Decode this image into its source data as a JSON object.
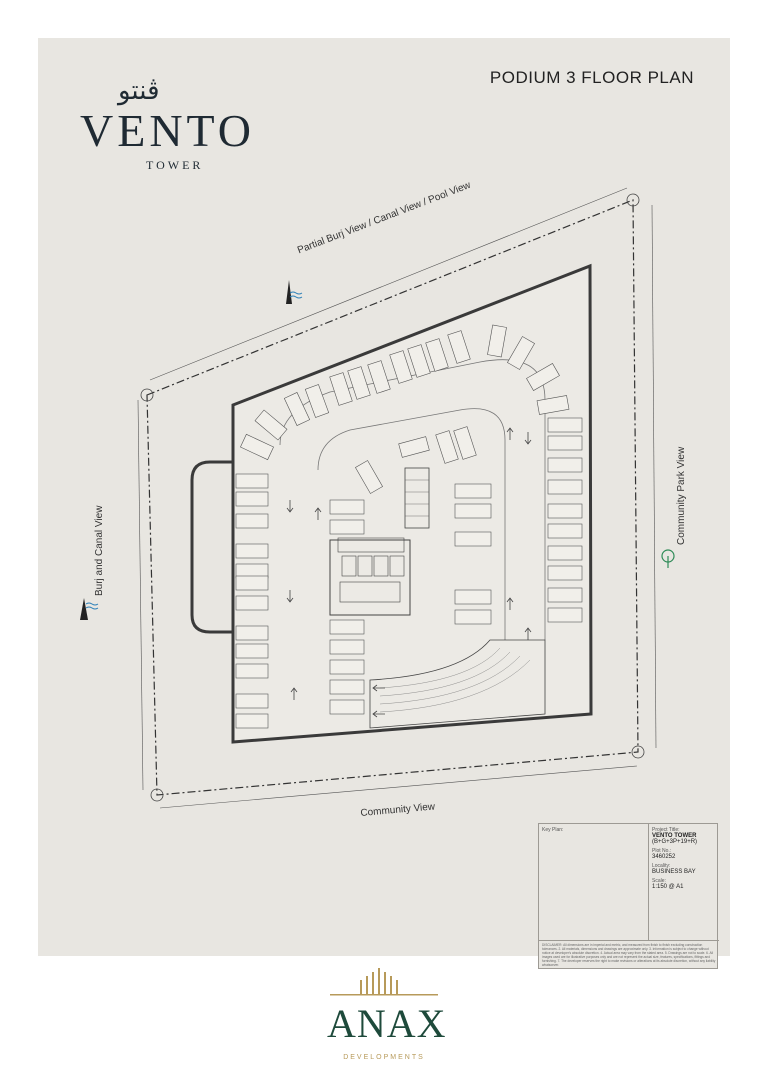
{
  "brand": {
    "arabic_name": "ڤنتو",
    "name": "VENTO",
    "subtitle": "TOWER"
  },
  "plan_title": "PODIUM 3 FLOOR PLAN",
  "views": {
    "north": "Partial Burj View / Canal View / Pool View",
    "west": "Burj and Canal View",
    "east": "Community Park View",
    "south": "Community View"
  },
  "key_plan": {
    "label": "Key Plan:",
    "project_title_caption": "Project Title:",
    "project_title": "VENTO TOWER",
    "project_config": "(B+G+3P+19+R)",
    "plot_caption": "Plot No.:",
    "plot_no": "3460252",
    "locality_caption": "Locality:",
    "locality": "BUSINESS BAY",
    "scale_caption": "Scale:",
    "scale": "1:150 @ A1",
    "disclaimer": "DISCLAIMER: All dimensions are in imperial and metric, and measured from finish to finish excluding construction tolerances. 2. All materials, dimensions and drawings are approximate only. 3. Information is subject to change without notice at developer's absolute discretion. 4. Actual area may vary from the stated area. 5. Drawings are not to scale. 6. All images used are for illustrative purposes only and are not represent the actual size, features, specifications, fittings and furnishing. 7. The developer reserves the right to make revisions or alterations at its absolute discretion, without any liability whatsoever."
  },
  "developer": {
    "name": "ANAX",
    "subtitle": "DEVELOPMENTS"
  },
  "colors": {
    "sheet_bg": "#e8e6e1",
    "brand_dark": "#1f2a33",
    "developer_green": "#1e4a3b",
    "developer_gold": "#b79a5a",
    "icon_green": "#2e8b57",
    "icon_blue": "#2a7fb8"
  }
}
